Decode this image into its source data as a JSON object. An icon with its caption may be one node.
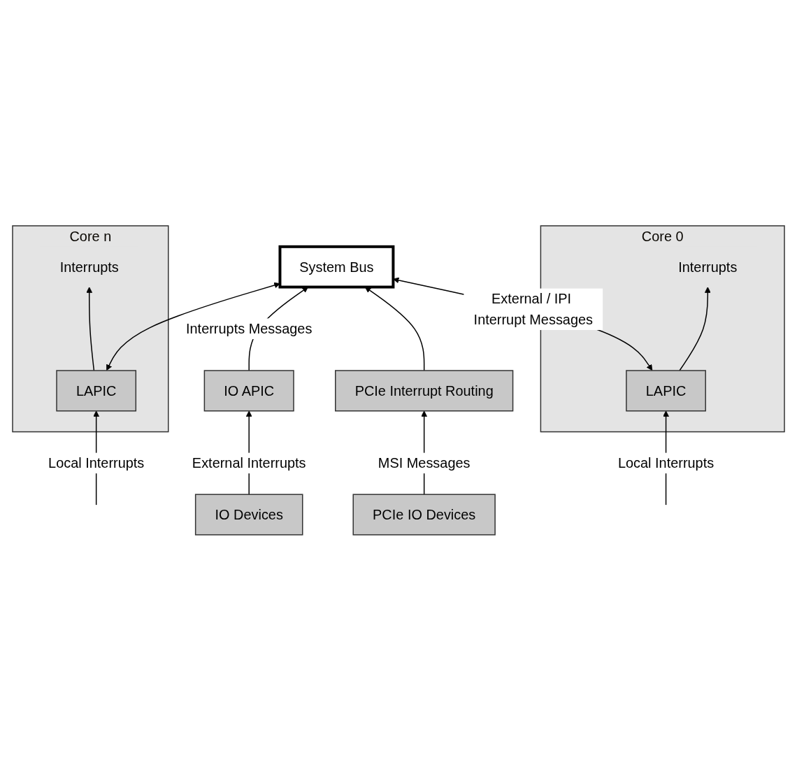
{
  "diagram": {
    "nodes": [
      {
        "text": [
          "Core 0"
        ]
      },
      {
        "text": [
          "Interrupts"
        ],
        "in": 0
      },
      {
        "text": [
          "LAPIC"
        ],
        "in": 0
      },
      {
        "text": [
          "Core n"
        ]
      },
      {
        "text": [
          "Interrupts"
        ],
        "in": 3
      },
      {
        "text": [
          "LAPIC"
        ],
        "in": 3
      },
      {
        "text": [
          "System Bus"
        ]
      },
      {
        "text": [
          "IO Devices"
        ]
      },
      {
        "text": [
          "IO APIC"
        ]
      },
      {
        "text": [
          "PCIe Interrupt Routing"
        ]
      },
      {
        "text": [
          "PCIe IO Devices"
        ]
      }
    ],
    "edges": [
      {
        "from": null,
        "to": 2,
        "arrow": "to",
        "label": "Local Interrupts"
      },
      {
        "from": 2,
        "to": 1,
        "arrow": "to"
      },
      {
        "from": null,
        "to": 5,
        "arrow": "to",
        "label": "Local Interrupts"
      },
      {
        "from": 5,
        "to": 4,
        "arrow": "to"
      },
      {
        "from": 2,
        "to": 6,
        "arrow": "both",
        "label": "External / IPI Interrupt Messages"
      },
      {
        "from": 5,
        "to": 6,
        "arrow": "both"
      },
      {
        "from": 8,
        "to": 6,
        "arrow": "to",
        "label": "Interrupts Messages"
      },
      {
        "from": 9,
        "to": 6,
        "arrow": "to"
      },
      {
        "from": 7,
        "to": 8,
        "arrow": "to",
        "label": "External Interrupts"
      },
      {
        "from": 10,
        "to": 9,
        "arrow": "to",
        "label": "MSI Messages"
      }
    ]
  }
}
